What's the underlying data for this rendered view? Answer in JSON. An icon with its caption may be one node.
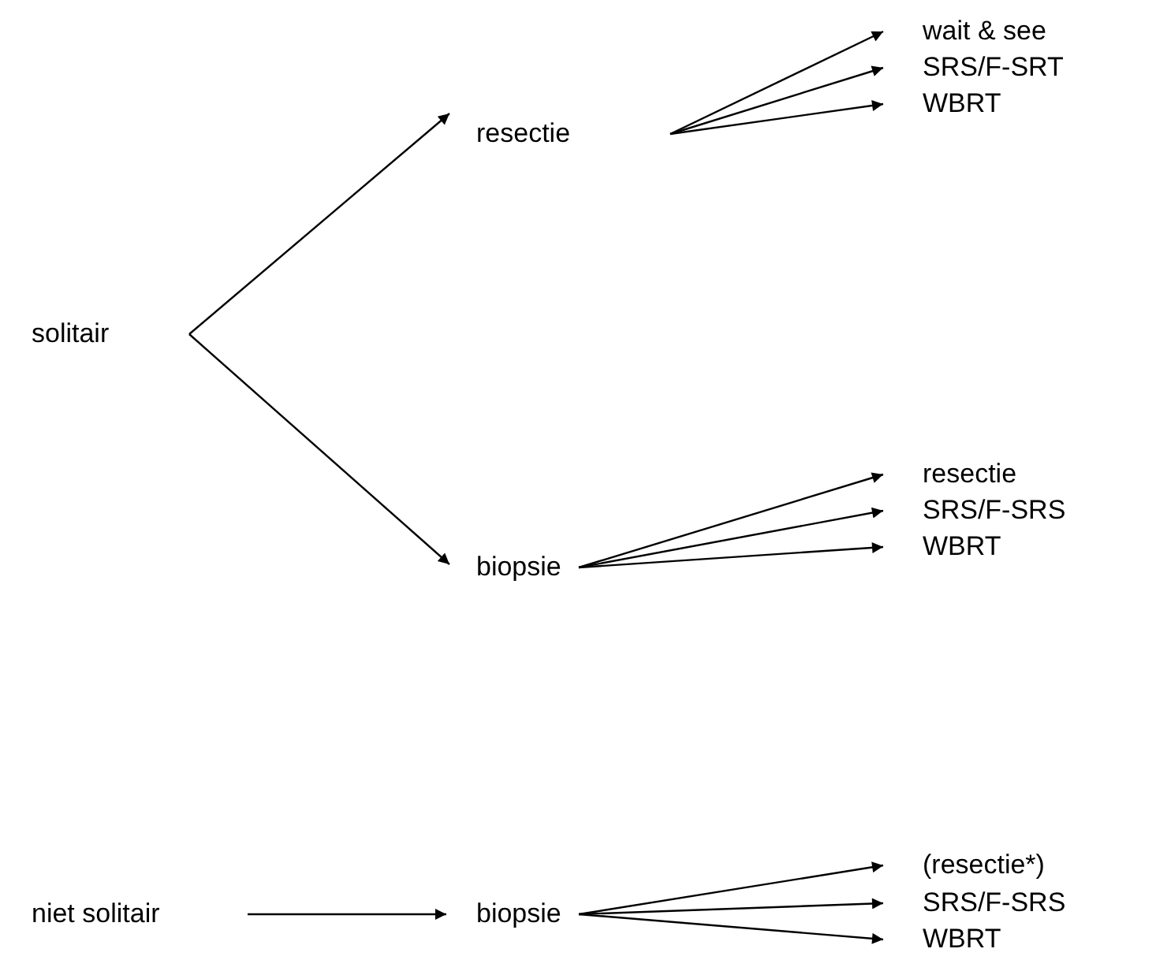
{
  "diagram": {
    "nodes": [
      {
        "text": [
          "solitair"
        ]
      },
      {
        "text": [
          "resectie"
        ]
      },
      {
        "text": [
          "wait & see"
        ]
      },
      {
        "text": [
          "SRS/F-SRT"
        ]
      },
      {
        "text": [
          "WBRT"
        ]
      },
      {
        "text": [
          "biopsie"
        ]
      },
      {
        "text": [
          "resectie"
        ]
      },
      {
        "text": [
          "SRS/F-SRS"
        ]
      },
      {
        "text": [
          "WBRT"
        ]
      },
      {
        "text": [
          "niet solitair"
        ]
      },
      {
        "text": [
          "biopsie"
        ]
      },
      {
        "text": [
          "(resectie*)"
        ]
      },
      {
        "text": [
          "SRS/F-SRS"
        ]
      },
      {
        "text": [
          "WBRT"
        ]
      }
    ],
    "edges": [
      {
        "from": 0,
        "to": 1,
        "arrow": "to"
      },
      {
        "from": 0,
        "to": 5,
        "arrow": "to"
      },
      {
        "from": 1,
        "to": 2,
        "arrow": "to"
      },
      {
        "from": 1,
        "to": 3,
        "arrow": "to"
      },
      {
        "from": 1,
        "to": 4,
        "arrow": "to"
      },
      {
        "from": 5,
        "to": 6,
        "arrow": "to"
      },
      {
        "from": 5,
        "to": 7,
        "arrow": "to"
      },
      {
        "from": 5,
        "to": 8,
        "arrow": "to"
      },
      {
        "from": 9,
        "to": 10,
        "arrow": "to"
      },
      {
        "from": 10,
        "to": 11,
        "arrow": "to"
      },
      {
        "from": 10,
        "to": 12,
        "arrow": "to"
      },
      {
        "from": 10,
        "to": 13,
        "arrow": "to"
      }
    ]
  }
}
